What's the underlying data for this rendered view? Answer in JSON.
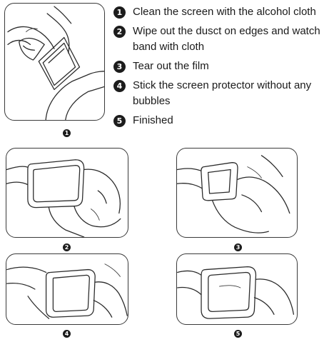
{
  "steps": [
    {
      "number": "1",
      "text": "Clean the screen with the alcohol cloth"
    },
    {
      "number": "2",
      "text": "Wipe out the dusct on edges and watch band with cloth"
    },
    {
      "number": "3",
      "text": "Tear out the film"
    },
    {
      "number": "4",
      "text": "Stick the screen protector without any bubbles"
    },
    {
      "number": "5",
      "text": "Finished"
    }
  ],
  "panels": [
    {
      "badge": "1"
    },
    {
      "badge": "2"
    },
    {
      "badge": "3"
    },
    {
      "badge": "4"
    },
    {
      "badge": "5"
    }
  ]
}
